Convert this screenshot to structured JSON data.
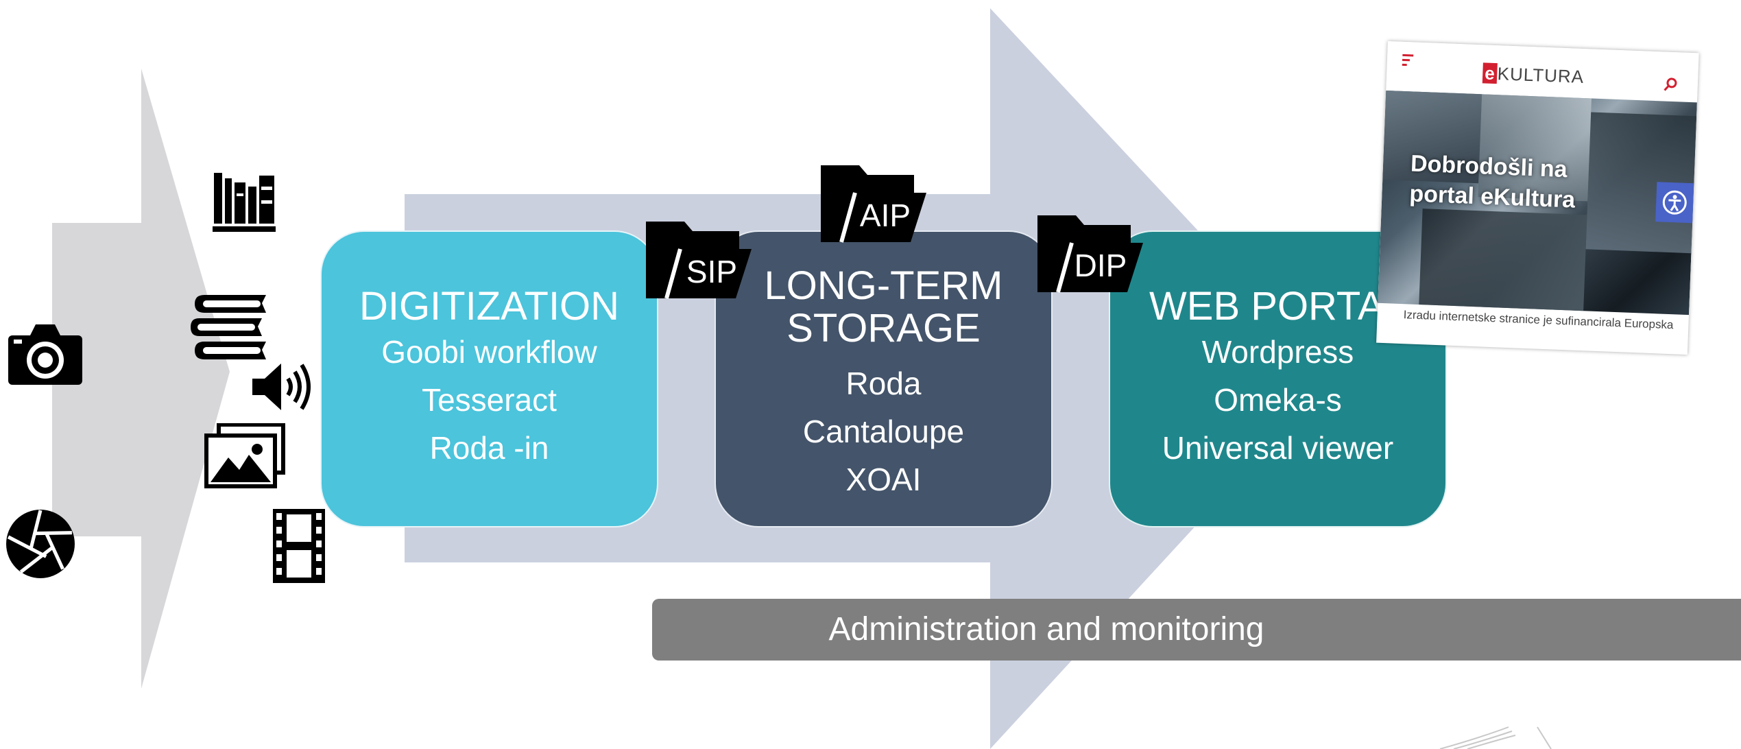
{
  "stages": [
    {
      "title": "DIGITIZATION",
      "items": [
        "Goobi workflow",
        "Tesseract",
        "Roda -in"
      ],
      "color": "#4bc4dc"
    },
    {
      "title_line1": "LONG-TERM",
      "title_line2": "STORAGE",
      "items": [
        "Roda",
        "Cantaloupe",
        "XOAI"
      ],
      "color": "#44546a"
    },
    {
      "title": "WEB PORTAL",
      "items": [
        "Wordpress",
        "Omeka-s",
        "Universal viewer"
      ],
      "color": "#1f878c"
    }
  ],
  "packages": {
    "sip": "SIP",
    "aip": "AIP",
    "dip": "DIP"
  },
  "admin_bar": "Administration and monitoring",
  "colors": {
    "big_arrow": "#cbd0df",
    "left_arrow": "#d7d7da",
    "admin_bar": "#7f7f7f",
    "icons": "#000000"
  },
  "portal": {
    "logo_mark": "e",
    "logo_text": "KULTURA",
    "welcome_line1": "Dobrodošli na",
    "welcome_line2": "portal eKultura",
    "footer": "Izradu internetske stranice je sufinancirala Europska"
  },
  "source_icons": [
    "camera-icon",
    "shutter-icon"
  ],
  "material_icons": [
    "bookshelf-icon",
    "books-stack-icon",
    "speaker-icon",
    "images-icon",
    "film-strip-icon"
  ],
  "portal_icons": [
    "menu-icon",
    "search-icon",
    "accessibility-icon"
  ]
}
